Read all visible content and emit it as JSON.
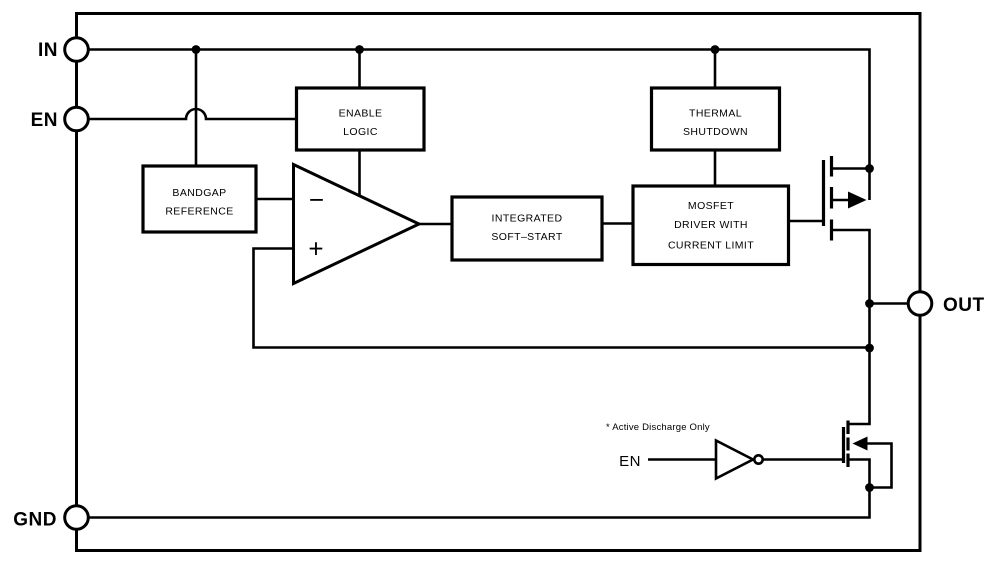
{
  "colors": {
    "ink": "#000000",
    "background": "#ffffff"
  },
  "pins": {
    "in": "IN",
    "en": "EN",
    "gnd": "GND",
    "out": "OUT"
  },
  "blocks": {
    "enable_logic": {
      "line1": "ENABLE",
      "line2": "LOGIC"
    },
    "thermal_shutdown": {
      "line1": "THERMAL",
      "line2": "SHUTDOWN"
    },
    "bandgap_reference": {
      "line1": "BANDGAP",
      "line2": "REFERENCE"
    },
    "integrated_soft_start": {
      "line1": "INTEGRATED",
      "line2": "SOFT–START"
    },
    "mosfet_driver": {
      "line1": "MOSFET",
      "line2": "DRIVER WITH",
      "line3": "CURRENT LIMIT"
    }
  },
  "error_amplifier": {
    "inverting_label": "−",
    "noninverting_label": "+"
  },
  "active_discharge": {
    "note": "* Active Discharge Only",
    "input_label": "EN"
  }
}
